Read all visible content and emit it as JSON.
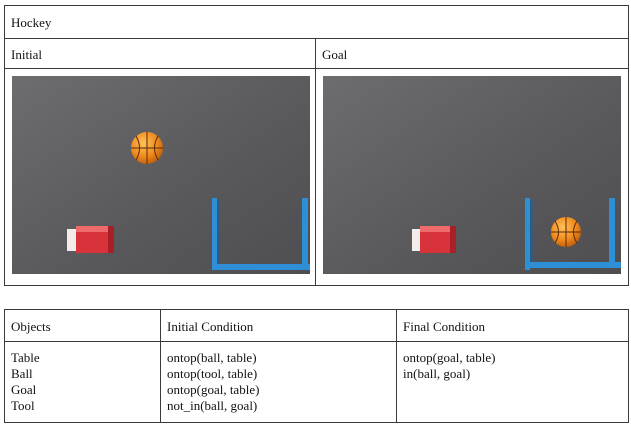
{
  "task": {
    "title": "Hockey",
    "initial_label": "Initial",
    "goal_label": "Goal"
  },
  "conditions": {
    "headers": [
      "Objects",
      "Initial Condition",
      "Final Condition"
    ],
    "objects": [
      "Table",
      "Ball",
      "Goal",
      "Tool"
    ],
    "initial": [
      "ontop(ball, table)",
      "ontop(tool, table)",
      "ontop(goal, table)",
      "not_in(ball, goal)"
    ],
    "final": [
      "ontop(goal, table)",
      "in(ball, goal)"
    ]
  },
  "colors": {
    "table_surface": "#5d5d60",
    "goal_frame": "#2f8fd6",
    "ball": "#f08a1c",
    "tool": "#d8323a"
  }
}
